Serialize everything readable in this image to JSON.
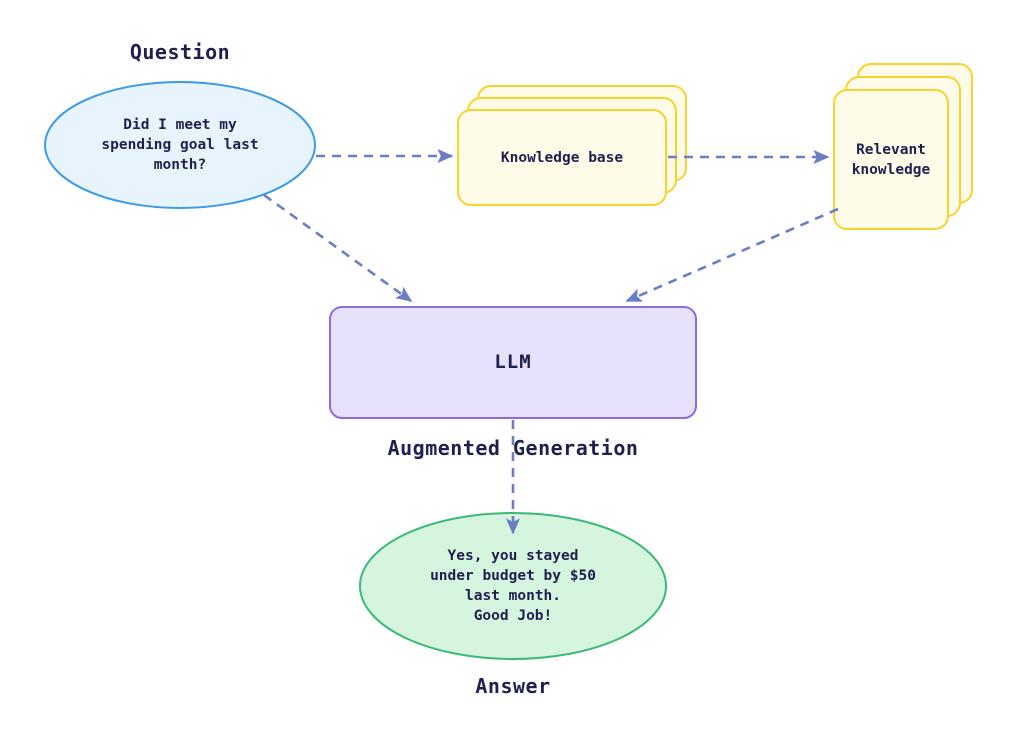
{
  "diagram": {
    "title": "Retrieval Augmented Generation flow",
    "background": "#ffffff",
    "captions": {
      "question": "Question",
      "answer": "Answer",
      "augmented_generation": "Augmented Generation"
    },
    "nodes": {
      "question": {
        "label": "Did I meet my\nspending goal last\nmonth?",
        "shape": "ellipse",
        "fill": "#e7f3fd",
        "stroke": "#3c9ae8"
      },
      "knowledge_base": {
        "label": "Knowledge base",
        "shape": "stacked-rect",
        "fill": "#fefce8",
        "stroke": "#f8d32e",
        "stack_count": 3
      },
      "relevant_knowledge": {
        "label": "Relevant\nknowledge",
        "shape": "stacked-rect",
        "fill": "#fefce8",
        "stroke": "#f8d32e",
        "stack_count": 3
      },
      "llm": {
        "label": "LLM",
        "shape": "rounded-rect",
        "fill": "#e7e1fb",
        "stroke": "#8b6ce8"
      },
      "answer": {
        "label": "Yes, you stayed\nunder budget by $50\nlast month.\nGood Job!",
        "shape": "ellipse",
        "fill": "#d5f5de",
        "stroke": "#3cb878"
      }
    },
    "edges": [
      {
        "name": "question-to-knowledge-base",
        "from": "question",
        "to": "knowledge_base",
        "style": "dashed",
        "color": "#6b7ec4"
      },
      {
        "name": "knowledge-base-to-relevant-knowledge",
        "from": "knowledge_base",
        "to": "relevant_knowledge",
        "style": "dashed",
        "color": "#6b7ec4"
      },
      {
        "name": "question-to-llm",
        "from": "question",
        "to": "llm",
        "style": "dashed",
        "color": "#6b7ec4"
      },
      {
        "name": "relevant-knowledge-to-llm",
        "from": "relevant_knowledge",
        "to": "llm",
        "style": "dashed",
        "color": "#6b7ec4"
      },
      {
        "name": "llm-to-answer",
        "from": "llm",
        "to": "answer",
        "style": "dashed",
        "color": "#6b7ec4",
        "label": "Augmented Generation"
      }
    ],
    "colors": {
      "text": "#1f2050",
      "edge": "#6b7ec4"
    }
  }
}
